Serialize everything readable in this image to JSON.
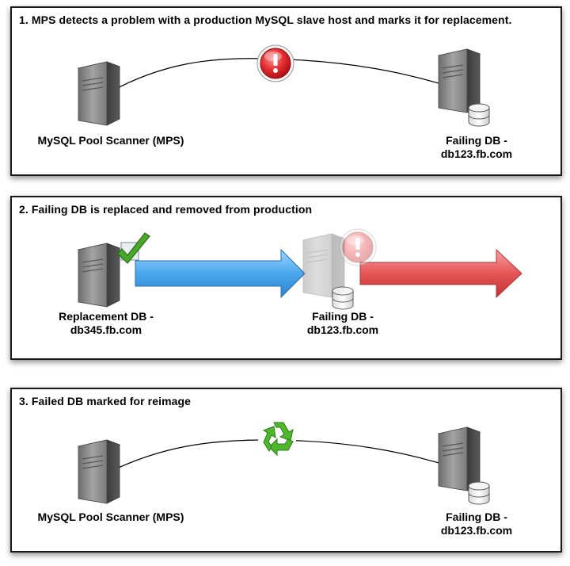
{
  "steps": [
    {
      "title": "1. MPS detects a problem with a production MySQL slave host and marks it for replacement.",
      "left_label": "MySQL Pool Scanner (MPS)",
      "right_label_line1": "Failing DB -",
      "right_label_line2": "db123.fb.com",
      "connector_icon": "exclamation-warning-icon"
    },
    {
      "title": "2. Failing DB is replaced and removed from production",
      "left_label_line1": "Replacement DB -",
      "left_label_line2": "db345.fb.com",
      "right_label_line1": "Failing DB -",
      "right_label_line2": "db123.fb.com",
      "icons": [
        "check-mark-icon",
        "exclamation-warning-icon",
        "blue-arrow-icon",
        "red-arrow-icon"
      ]
    },
    {
      "title": "3. Failed DB marked for reimage",
      "left_label": "MySQL Pool Scanner (MPS)",
      "right_label_line1": "Failing DB -",
      "right_label_line2": "db123.fb.com",
      "connector_icon": "recycle-icon"
    }
  ],
  "colors": {
    "warning_red": "#d8262c",
    "check_green": "#3f9d22",
    "blue_arrow": "#5aaee8",
    "red_arrow": "#e2595a",
    "recycle_green": "#4db82c",
    "server_body": "#7e7e7e"
  }
}
